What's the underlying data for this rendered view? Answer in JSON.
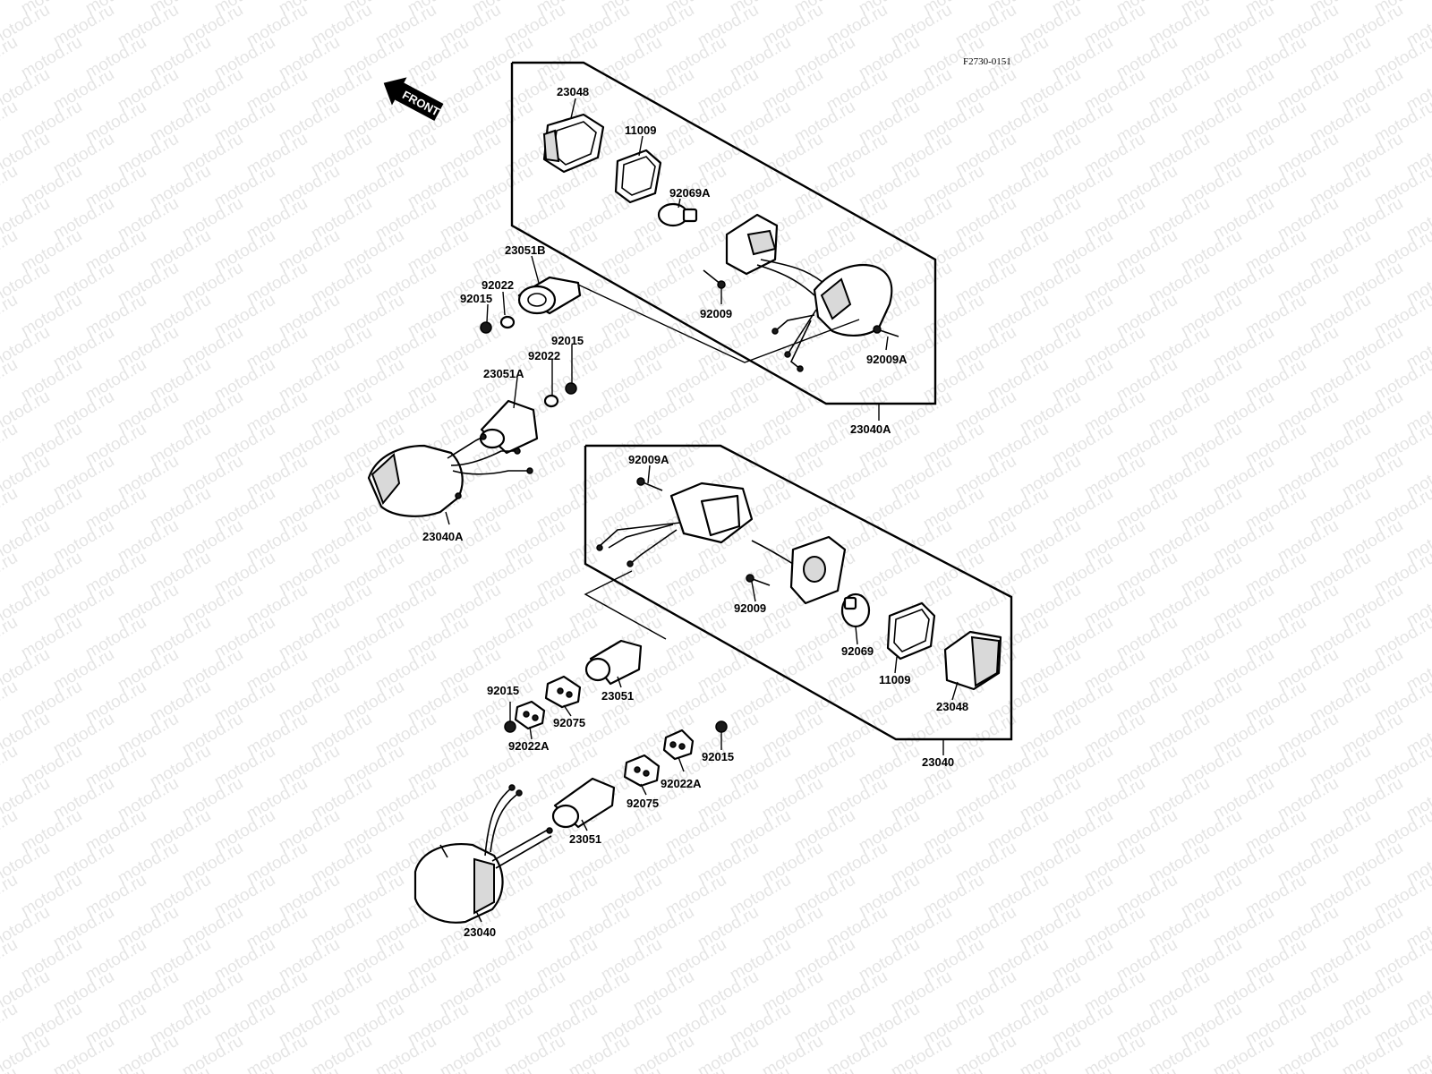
{
  "document_code": "F2730-0151",
  "front_label": "FRONT",
  "watermark_text": "motod.ru",
  "parts": {
    "p23048_top": "23048",
    "p11009_top": "11009",
    "p92069A": "92069A",
    "p23051B": "23051B",
    "p92022_a": "92022",
    "p92015_a": "92015",
    "p92009_top": "92009",
    "p92009A_top": "92009A",
    "p92015_b": "92015",
    "p92022_b": "92022",
    "p23051A": "23051A",
    "p23040A_right": "23040A",
    "p23040A_left": "23040A",
    "p92009A_bot": "92009A",
    "p92009_bot": "92009",
    "p92069": "92069",
    "p11009_bot": "11009",
    "p23048_bot": "23048",
    "p23040_right": "23040",
    "p23051_mid": "23051",
    "p92075_mid": "92075",
    "p92015_c": "92015",
    "p92022A_a": "92022A",
    "p92015_d": "92015",
    "p92022A_b": "92022A",
    "p92075_bot": "92075",
    "p23051_bot": "23051",
    "p23040_bot": "23040"
  }
}
